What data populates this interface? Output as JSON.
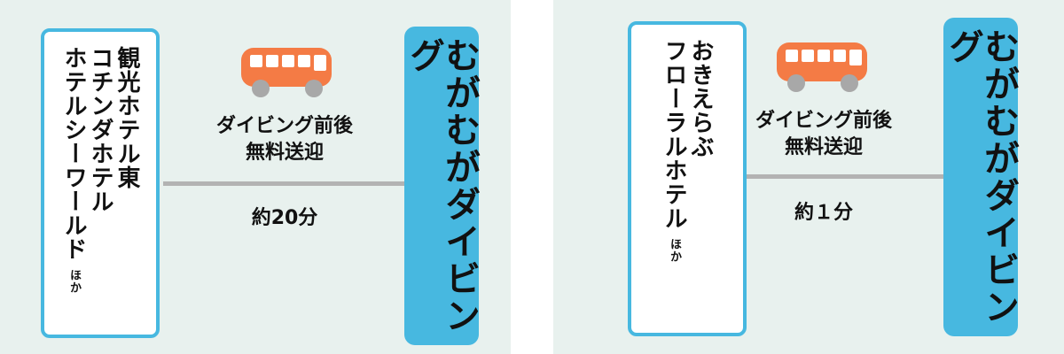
{
  "colors": {
    "accent_blue": "#47b8e0",
    "bus_orange": "#f47b45",
    "panel_bg": "#e8f1ee",
    "line_gray": "#b3b3b3"
  },
  "left": {
    "hotel_lines": [
      "観光ホテル東",
      "コチンダホテル",
      "ホテルシーワールド"
    ],
    "hotel_suffix": "ほか",
    "caption_line1": "ダイビング前後",
    "caption_line2": "無料送迎",
    "time": "約20分",
    "destination": "むがむがダイビング",
    "bus_icon": "bus-icon"
  },
  "right": {
    "hotel_lines": [
      "おきえらぶ",
      "フローラルホテル"
    ],
    "hotel_suffix": "ほか",
    "caption_line1": "ダイビング前後",
    "caption_line2": "無料送迎",
    "time": "約１分",
    "destination": "むがむがダイビング",
    "bus_icon": "bus-icon"
  }
}
